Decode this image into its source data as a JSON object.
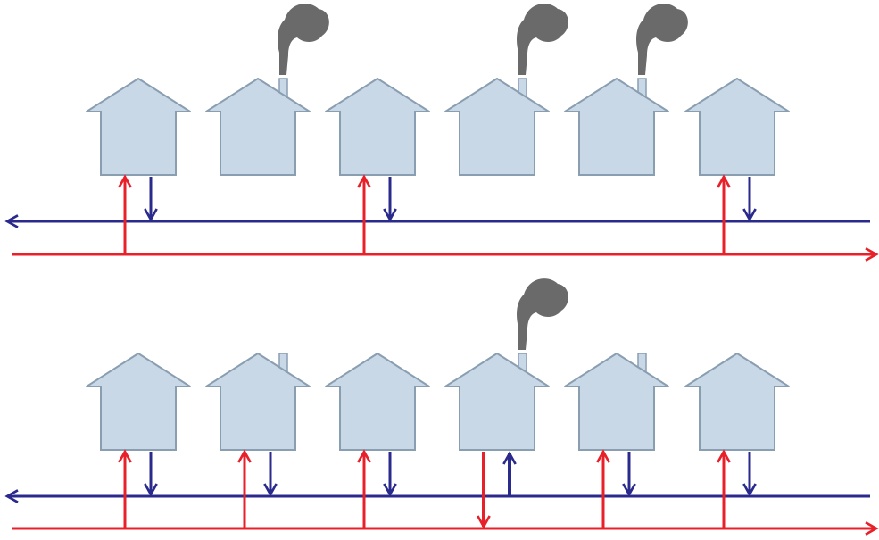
{
  "colors": {
    "house_fill": "#c9d8e6",
    "house_stroke": "#8a9eb2",
    "supply_line": "#e8202a",
    "return_line": "#2a2a8c",
    "smoke": "#6a6a6a",
    "background": "#ffffff"
  },
  "rows": [
    {
      "name": "row-top",
      "houses": [
        {
          "chimney": false,
          "smoke": false,
          "connection": "consumer"
        },
        {
          "chimney": true,
          "smoke": true,
          "connection": "none"
        },
        {
          "chimney": false,
          "smoke": false,
          "connection": "consumer"
        },
        {
          "chimney": true,
          "smoke": true,
          "connection": "none"
        },
        {
          "chimney": true,
          "smoke": true,
          "connection": "none"
        },
        {
          "chimney": false,
          "smoke": false,
          "connection": "consumer"
        }
      ]
    },
    {
      "name": "row-bottom",
      "houses": [
        {
          "chimney": false,
          "smoke": false,
          "connection": "consumer"
        },
        {
          "chimney": true,
          "smoke": false,
          "connection": "consumer"
        },
        {
          "chimney": false,
          "smoke": false,
          "connection": "consumer"
        },
        {
          "chimney": true,
          "smoke": true,
          "connection": "producer"
        },
        {
          "chimney": true,
          "smoke": false,
          "connection": "consumer"
        },
        {
          "chimney": false,
          "smoke": false,
          "connection": "consumer"
        }
      ]
    }
  ]
}
